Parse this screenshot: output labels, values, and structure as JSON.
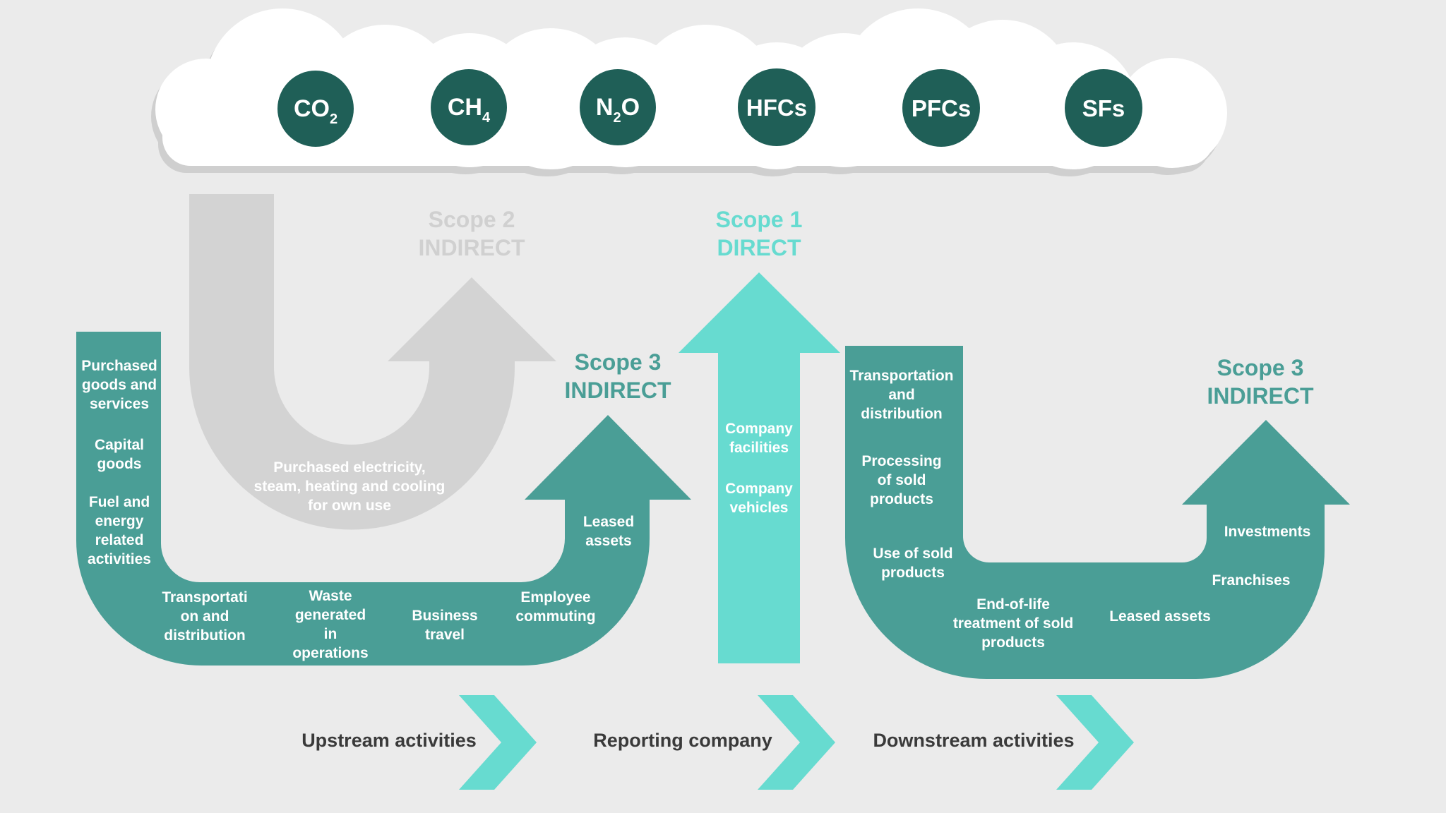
{
  "colors": {
    "background": "#ebebeb",
    "cloud": "#ffffff",
    "cloud_outline": "#cfcfcf",
    "gas_circle": "#1f5f57",
    "scope3_teal": "#4a9e96",
    "scope1_cyan": "#67dbd0",
    "scope2_grey": "#d3d3d3",
    "chevron": "#67dbd0",
    "stage_text": "#3a3a3a"
  },
  "gases": [
    {
      "main": "CO",
      "sub": "2"
    },
    {
      "main": "CH",
      "sub": "4"
    },
    {
      "main": "N",
      "sub": "2",
      "tail": "O"
    },
    {
      "main": "HFCs"
    },
    {
      "main": "PFCs"
    },
    {
      "main": "SFs"
    }
  ],
  "scopes": {
    "scope2": {
      "line1": "Scope 2",
      "line2": "INDIRECT"
    },
    "scope1": {
      "line1": "Scope 1",
      "line2": "DIRECT"
    },
    "scope3_upstream": {
      "line1": "Scope 3",
      "line2": "INDIRECT"
    },
    "scope3_downstream": {
      "line1": "Scope 3",
      "line2": "INDIRECT"
    }
  },
  "scope2_activities": [
    "Purchased electricity,",
    "steam, heating and cooling",
    "for own use"
  ],
  "scope1_activities": {
    "facilities": [
      "Company",
      "facilities"
    ],
    "vehicles": [
      "Company",
      "vehicles"
    ]
  },
  "upstream_activities": {
    "purchased_goods": [
      "Purchased",
      "goods and",
      "services"
    ],
    "capital_goods": [
      "Capital",
      "goods"
    ],
    "fuel_energy": [
      "Fuel and",
      "energy",
      "related",
      "activities"
    ],
    "transportation": [
      "Transportati",
      "on and",
      "distribution"
    ],
    "waste": [
      "Waste",
      "generated",
      "in",
      "operations"
    ],
    "business_travel": [
      "Business",
      "travel"
    ],
    "employee_commuting": [
      "Employee",
      "commuting"
    ],
    "leased_assets": [
      "Leased",
      "assets"
    ]
  },
  "downstream_activities": {
    "transportation": [
      "Transportation",
      "and",
      "distribution"
    ],
    "processing": [
      "Processing",
      "of sold",
      "products"
    ],
    "use_of_sold": [
      "Use of sold",
      "products"
    ],
    "end_of_life": [
      "End-of-life",
      "treatment of sold",
      "products"
    ],
    "leased_assets": [
      "Leased assets"
    ],
    "franchises": [
      "Franchises"
    ],
    "investments": [
      "Investments"
    ]
  },
  "stages": {
    "upstream": "Upstream activities",
    "reporting": "Reporting company",
    "downstream": "Downstream activities"
  }
}
